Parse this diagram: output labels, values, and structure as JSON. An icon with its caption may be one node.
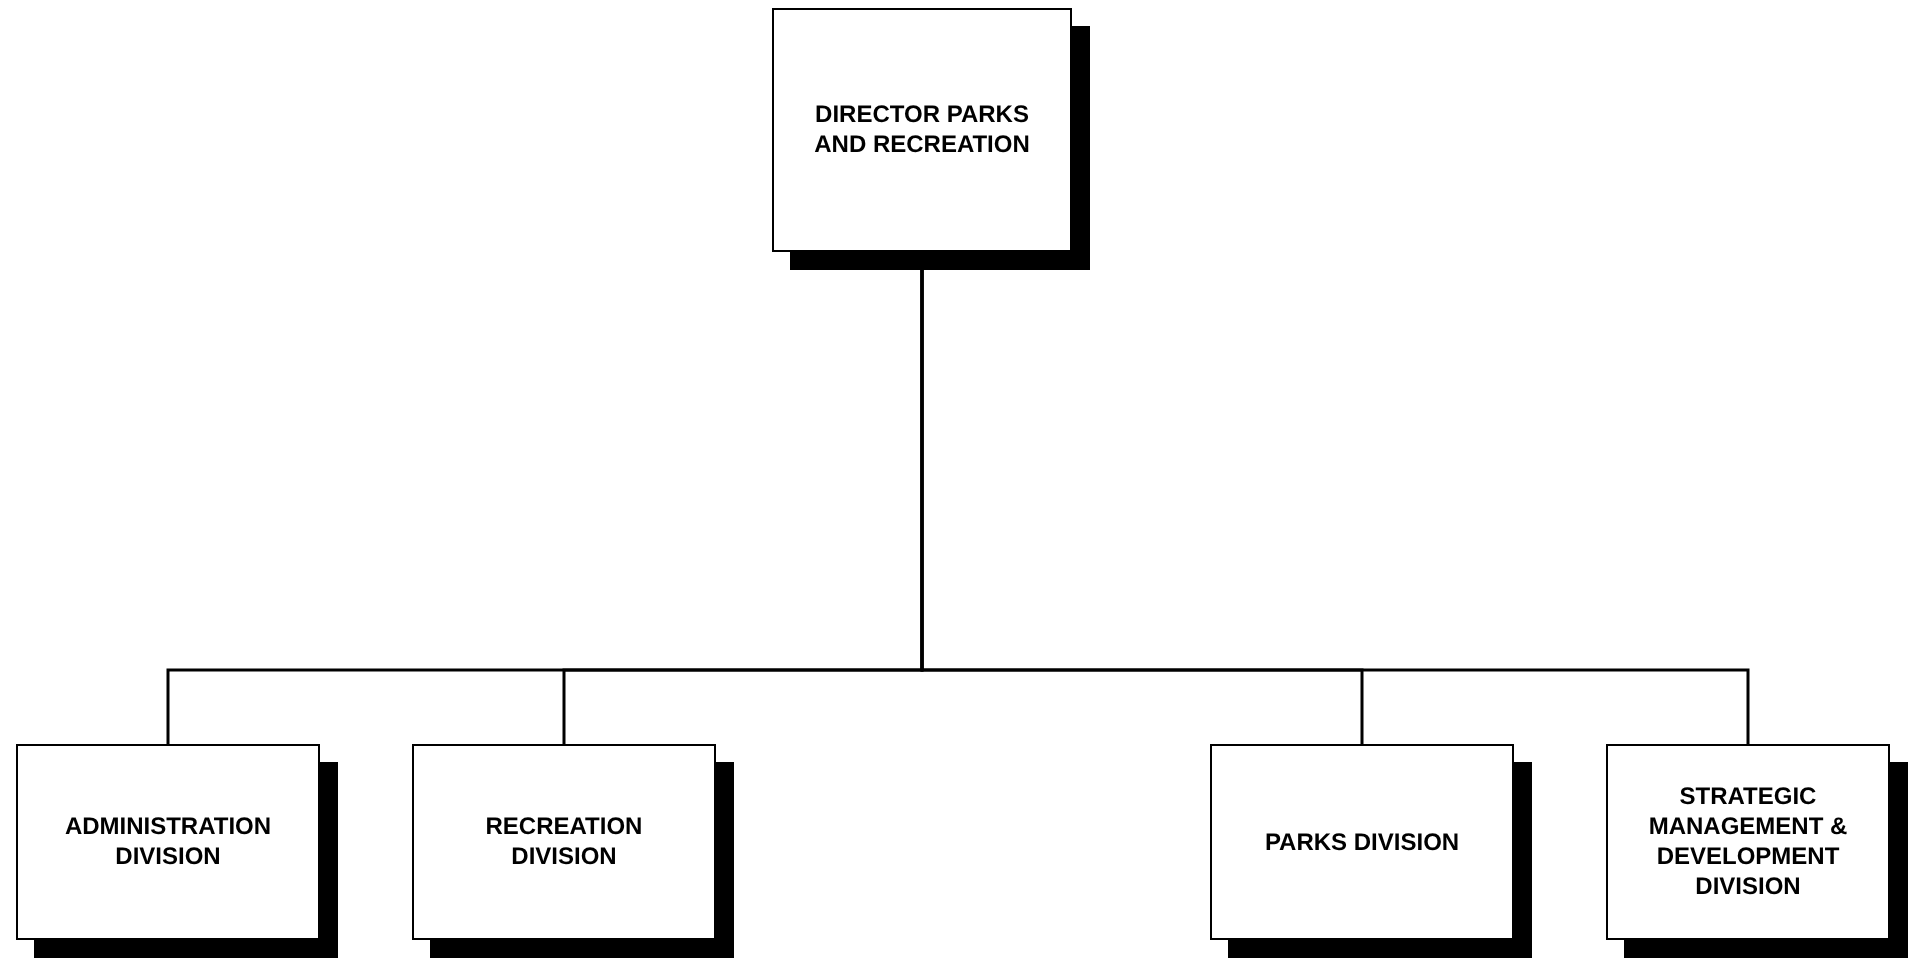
{
  "diagram": {
    "nodes": [
      {
        "text": [
          "DIRECTOR PARKS AND RECREATION"
        ]
      },
      {
        "text": [
          "ADMINISTRATION DIVISION"
        ]
      },
      {
        "text": [
          "RECREATION DIVISION"
        ]
      },
      {
        "text": [
          "PARKS DIVISION"
        ]
      },
      {
        "text": [
          "STRATEGIC MANAGEMENT & DEVELOPMENT DIVISION"
        ]
      }
    ],
    "edges": [
      {
        "from": 0,
        "to": 1,
        "arrow": "none"
      },
      {
        "from": 0,
        "to": 2,
        "arrow": "none"
      },
      {
        "from": 0,
        "to": 3,
        "arrow": "none"
      },
      {
        "from": 0,
        "to": 4,
        "arrow": "none"
      }
    ]
  }
}
